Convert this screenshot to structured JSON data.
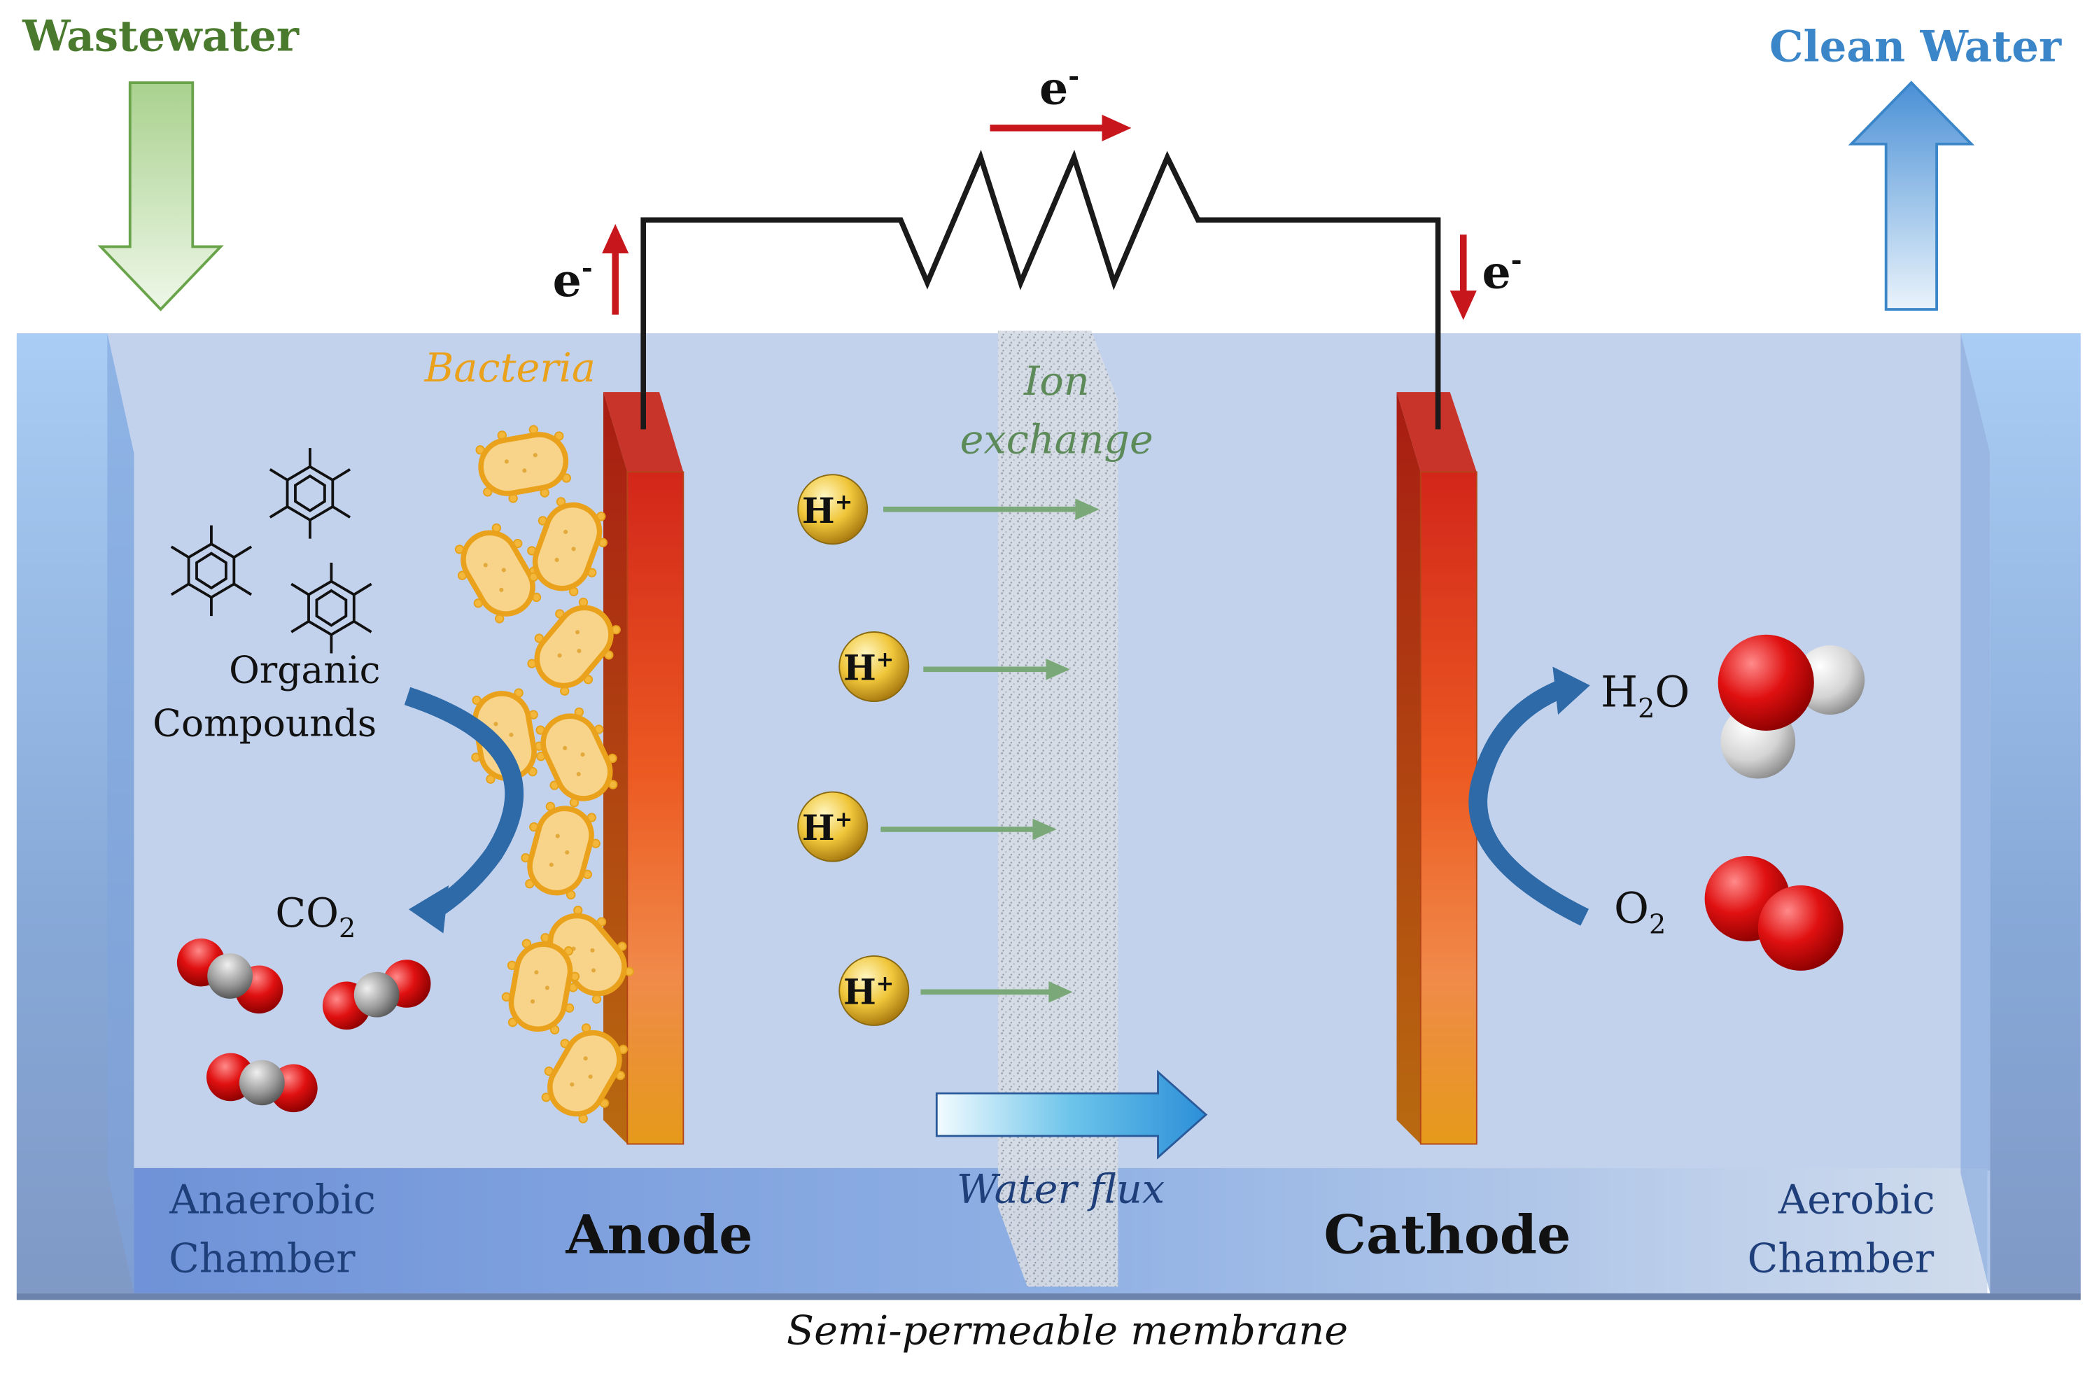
{
  "inflow": {
    "label": "Wastewater",
    "color": "#4a7a2e"
  },
  "outflow": {
    "label": "Clean Water",
    "color": "#3a86c8"
  },
  "circuit": {
    "electron_top": "e",
    "electron_left": "e",
    "electron_right": "e",
    "electron_sup": "-",
    "arrow_color": "#c8161d"
  },
  "labels": {
    "bacteria": "Bacteria",
    "ion_exchange_1": "Ion",
    "ion_exchange_2": "exchange",
    "organic_1": "Organic",
    "organic_2": "Compounds",
    "co2_main": "CO",
    "co2_sub": "2",
    "h2o_h": "H",
    "h2o_sub": "2",
    "h2o_o": "O",
    "o2_main": "O",
    "o2_sub": "2",
    "water_flux": "Water flux",
    "anode": "Anode",
    "cathode": "Cathode",
    "anaerobic_1": "Anaerobic",
    "anaerobic_2": "Chamber",
    "aerobic_1": "Aerobic",
    "aerobic_2": "Chamber",
    "membrane": "Semi-permeable membrane"
  },
  "protons": [
    {
      "main": "H",
      "sup": "+"
    },
    {
      "main": "H",
      "sup": "+"
    },
    {
      "main": "H",
      "sup": "+"
    },
    {
      "main": "H",
      "sup": "+"
    }
  ],
  "colors": {
    "tank_fill": "#c3d2ec",
    "electrode_top": "#d23a2a",
    "electrode_bottom": "#e8901e",
    "bacteria": "#f0b43a",
    "proton_arrow": "#7aa878",
    "curved_arrow": "#2e6aa8",
    "chamber_text": "#1f3f7a"
  }
}
